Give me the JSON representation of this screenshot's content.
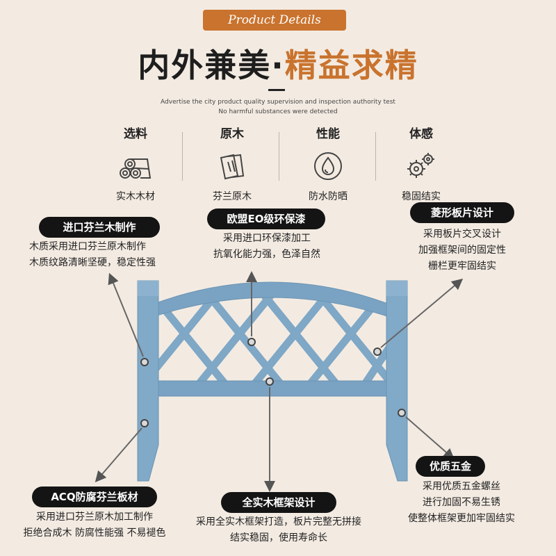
{
  "header": {
    "pill": "Product Details",
    "headline_part1": "内外兼美",
    "headline_dot": "·",
    "headline_part2": "精益求精",
    "sub_line1": "Advertise the city product quality supervision and inspection authority test",
    "sub_line2": "No harmful substances were detected"
  },
  "features": [
    {
      "title": "选料",
      "label": "实木木材",
      "icon": "wood-logs-icon"
    },
    {
      "title": "原木",
      "label": "芬兰原木",
      "icon": "wood-planks-icon"
    },
    {
      "title": "性能",
      "label": "防水防晒",
      "icon": "water-drop-icon"
    },
    {
      "title": "体感",
      "label": "稳固结实",
      "icon": "gears-icon"
    }
  ],
  "callouts": {
    "imported_wood": {
      "tag": "进口芬兰木制作",
      "lines": [
        "木质采用进口芬兰原木制作",
        "木质纹路清晰坚硬，稳定性强"
      ]
    },
    "eco_paint": {
      "tag": "欧盟EO级环保漆",
      "lines": [
        "采用进口环保漆加工",
        "抗氧化能力强，色泽自然"
      ]
    },
    "diamond_panel": {
      "tag": "菱形板片设计",
      "lines": [
        "采用板片交叉设计",
        "加强框架间的固定性",
        "栅栏更牢固结实"
      ]
    },
    "acq_board": {
      "tag": "ACQ防腐芬兰板材",
      "lines": [
        "采用进口芬兰原木加工制作",
        "拒绝合成木 防腐性能强 不易褪色"
      ]
    },
    "solid_frame": {
      "tag": "全实木框架设计",
      "lines": [
        "采用全实木框架打造，板片完整无拼接",
        "结实稳固，使用寿命长"
      ]
    },
    "hardware": {
      "tag": "优质五金",
      "lines": [
        "采用优质五金螺丝",
        "进行加固不易生锈",
        "使整体框架更加牢固结实"
      ]
    }
  },
  "colors": {
    "accent": "#c9732e",
    "fence": "#7fa7c6",
    "tag_bg": "#141414",
    "background": "#f3ebe2"
  }
}
